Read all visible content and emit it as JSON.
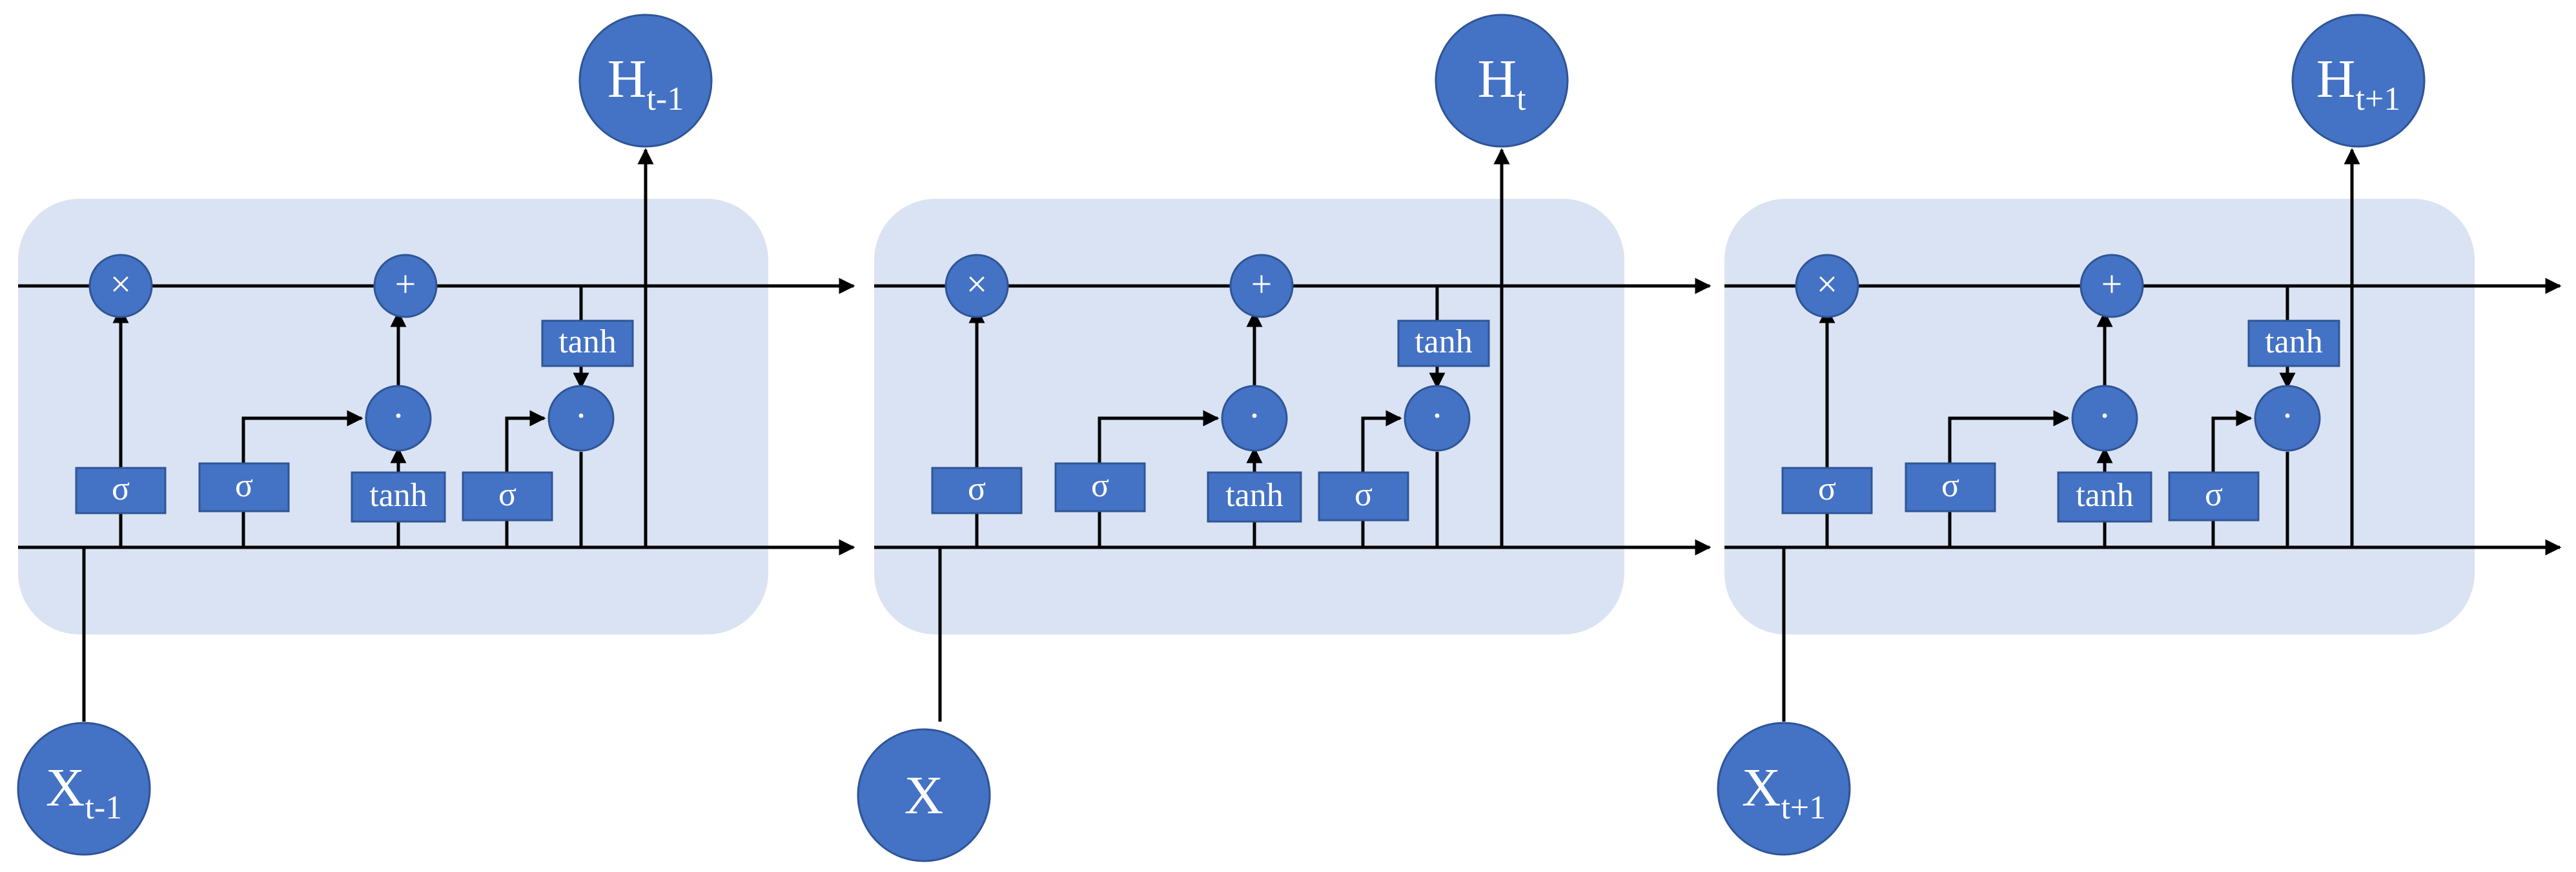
{
  "diagram": {
    "colors": {
      "cell_background": "#dae3f3",
      "node_fill": "#4472c4",
      "line": "#000000",
      "text": "#ffffff"
    },
    "cells": [
      {
        "input": {
          "base": "X",
          "sub": "t-1"
        },
        "output": {
          "base": "H",
          "sub": "t-1"
        },
        "ops": {
          "multiply": "×",
          "add": "+",
          "dot1": "·",
          "dot2": "·"
        },
        "gates": {
          "forget": "σ",
          "input": "σ",
          "candidate": "tanh",
          "output": "σ",
          "cell_tanh": "tanh"
        }
      },
      {
        "input": {
          "base": "X",
          "sub": ""
        },
        "output": {
          "base": "H",
          "sub": "t"
        },
        "ops": {
          "multiply": "×",
          "add": "+",
          "dot1": "·",
          "dot2": "·"
        },
        "gates": {
          "forget": "σ",
          "input": "σ",
          "candidate": "tanh",
          "output": "σ",
          "cell_tanh": "tanh"
        }
      },
      {
        "input": {
          "base": "X",
          "sub": "t+1"
        },
        "output": {
          "base": "H",
          "sub": "t+1"
        },
        "ops": {
          "multiply": "×",
          "add": "+",
          "dot1": "·",
          "dot2": "·"
        },
        "gates": {
          "forget": "σ",
          "input": "σ",
          "candidate": "tanh",
          "output": "σ",
          "cell_tanh": "tanh"
        }
      }
    ]
  }
}
